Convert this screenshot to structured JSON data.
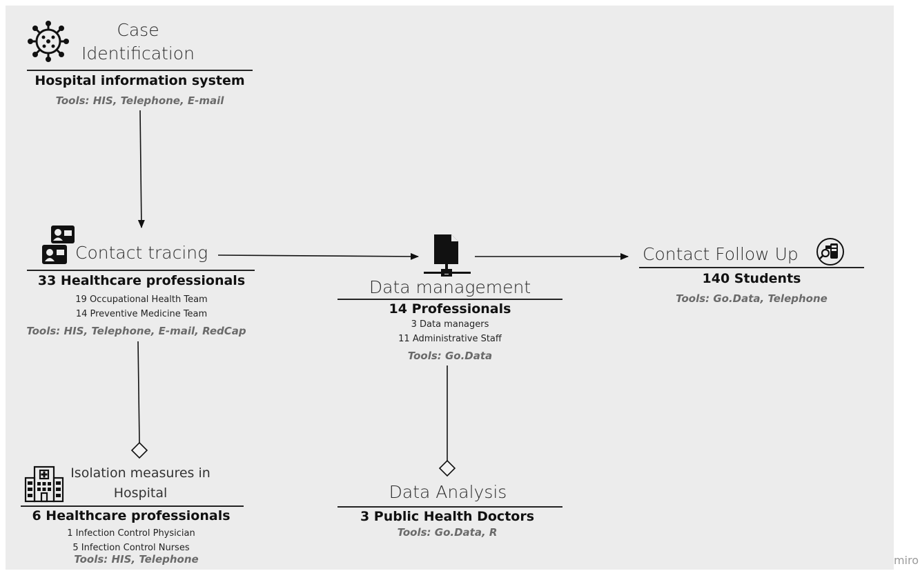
{
  "case_identification": {
    "title_line1": "Case",
    "title_line2": "Identification",
    "heading": "Hospital information system",
    "tools": "Tools: HIS,  Telephone, E-mail",
    "icon": "virus-icon"
  },
  "contact_tracing": {
    "title": "Contact tracing",
    "heading": "33 Healthcare professionals",
    "items": [
      "19 Occupational Health Team",
      "14 Preventive Medicine Team"
    ],
    "tools": "Tools: HIS,  Telephone, E-mail, RedCap",
    "icon": "contact-cards-icon"
  },
  "data_management": {
    "title": "Data management",
    "heading": "14 Professionals",
    "items": [
      "3 Data managers",
      "11 Administrative Staff"
    ],
    "tools": "Tools: Go.Data",
    "icon": "network-file-icon"
  },
  "contact_follow_up": {
    "title": "Contact Follow Up",
    "heading": "140 Students",
    "tools": "Tools: Go.Data, Telephone",
    "icon": "phone-search-icon"
  },
  "isolation_measures": {
    "title_line1": "Isolation measures in",
    "title_line2": "Hospital",
    "heading": "6 Healthcare professionals",
    "items": [
      "1 Infection Control Physician",
      "5 Infection Control Nurses"
    ],
    "tools": "Tools: HIS,  Telephone",
    "icon": "hospital-icon"
  },
  "data_analysis": {
    "title": "Data Analysis",
    "heading": "3 Public Health Doctors",
    "tools": "Tools: Go.Data, R"
  },
  "watermark": "miro"
}
